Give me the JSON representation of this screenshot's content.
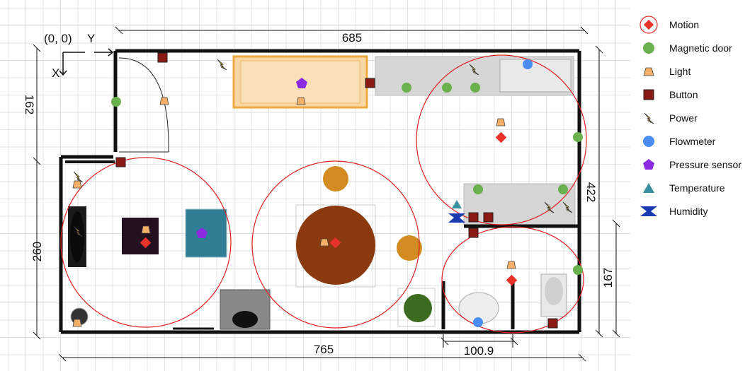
{
  "origin": {
    "label": "(0, 0)",
    "x_axis": "X",
    "y_axis": "Y"
  },
  "dimensions": {
    "top_width": "685",
    "bottom_width": "765",
    "left_upper": "162",
    "left_lower": "260",
    "right_upper": "422",
    "right_lower": "167",
    "bath_width": "100.9"
  },
  "legend": [
    {
      "key": "motion",
      "label": "Motion",
      "color": "#e8322a"
    },
    {
      "key": "magnetic_door",
      "label": "Magnetic door",
      "color": "#6ab04c"
    },
    {
      "key": "light",
      "label": "Light",
      "color": "#f5b068"
    },
    {
      "key": "button",
      "label": "Button",
      "color": "#8b1a12"
    },
    {
      "key": "power",
      "label": "Power",
      "color": "#f0c020"
    },
    {
      "key": "flowmeter",
      "label": "Flowmeter",
      "color": "#4a8cf0"
    },
    {
      "key": "pressure_sensor",
      "label": "Pressure sensor",
      "color": "#8a2be2"
    },
    {
      "key": "temperature",
      "label": "Temperature",
      "color": "#3a8fa0"
    },
    {
      "key": "humidity",
      "label": "Humidity",
      "color": "#1a3ab0"
    }
  ],
  "colors": {
    "wall": "#111111",
    "motion_range": "#e02020",
    "grid": "#d9d9d9",
    "sofa": "#f6d7a8",
    "table": "#8b3a10",
    "chair": "#d28b20",
    "armchair": "#2f7e94",
    "counter": "#d6d6d6"
  }
}
